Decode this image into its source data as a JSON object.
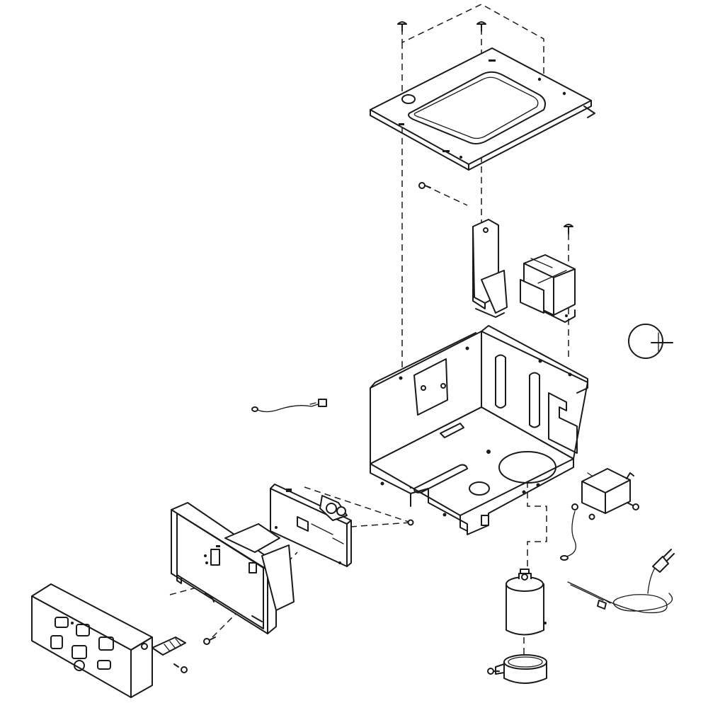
{
  "diagram": {
    "type": "exploded-parts-view",
    "colors": {
      "line": "#1a1a1a",
      "background": "#ffffff"
    },
    "parts": [
      "top-cover-plate",
      "mounting-bracket",
      "transformer",
      "screw",
      "control-box-chassis",
      "wire-harness",
      "electronic-control-board",
      "control-panel-housing",
      "keypad-overlay",
      "capacitor",
      "capacitor-strap",
      "filter-module",
      "ground-wire",
      "power-cord",
      "circle-callout"
    ]
  }
}
